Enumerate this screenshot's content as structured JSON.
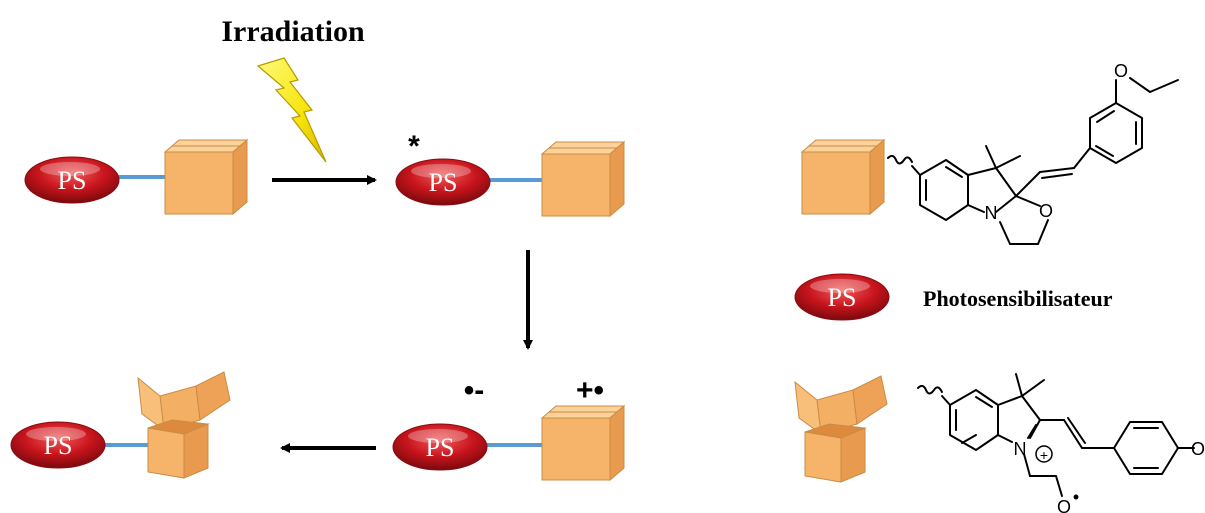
{
  "title": "Irradiation",
  "ps_label": "PS",
  "legend_label": "Photosensibilisateur",
  "excited_marker": "*",
  "radical_anion_marker": "•-",
  "radical_cation_marker": "+•",
  "colors": {
    "ps_red": "#c8141c",
    "box_orange": "#f5b46a",
    "linker_blue": "#5b9bd5",
    "lightning_yellow": "#f6e40a"
  },
  "chemistry": {
    "closed_form": {
      "atoms": [
        "N",
        "O"
      ]
    },
    "open_form": {
      "atoms": [
        "N",
        "O"
      ],
      "charge_symbol": "+",
      "radical_symbol": "•"
    }
  }
}
